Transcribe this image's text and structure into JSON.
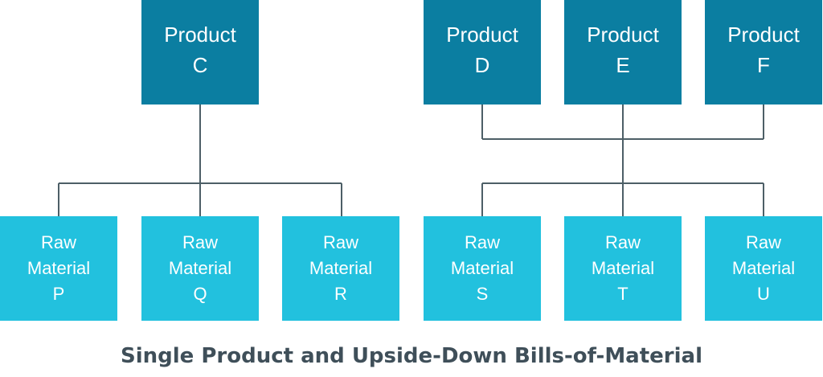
{
  "products": [
    {
      "line1": "Product",
      "line2": "C"
    },
    {
      "line1": "Product",
      "line2": "D"
    },
    {
      "line1": "Product",
      "line2": "E"
    },
    {
      "line1": "Product",
      "line2": "F"
    }
  ],
  "raw_materials": [
    {
      "line1": "Raw",
      "line2": "Material",
      "line3": "P"
    },
    {
      "line1": "Raw",
      "line2": "Material",
      "line3": "Q"
    },
    {
      "line1": "Raw",
      "line2": "Material",
      "line3": "R"
    },
    {
      "line1": "Raw",
      "line2": "Material",
      "line3": "S"
    },
    {
      "line1": "Raw",
      "line2": "Material",
      "line3": "T"
    },
    {
      "line1": "Raw",
      "line2": "Material",
      "line3": "U"
    }
  ],
  "caption": "Single Product and Upside-Down Bills-of-Material",
  "colors": {
    "product_fill": "#0b7ea1",
    "raw_fill": "#22c1de",
    "connector": "#4d5f67",
    "caption_text": "#3f4f59"
  }
}
